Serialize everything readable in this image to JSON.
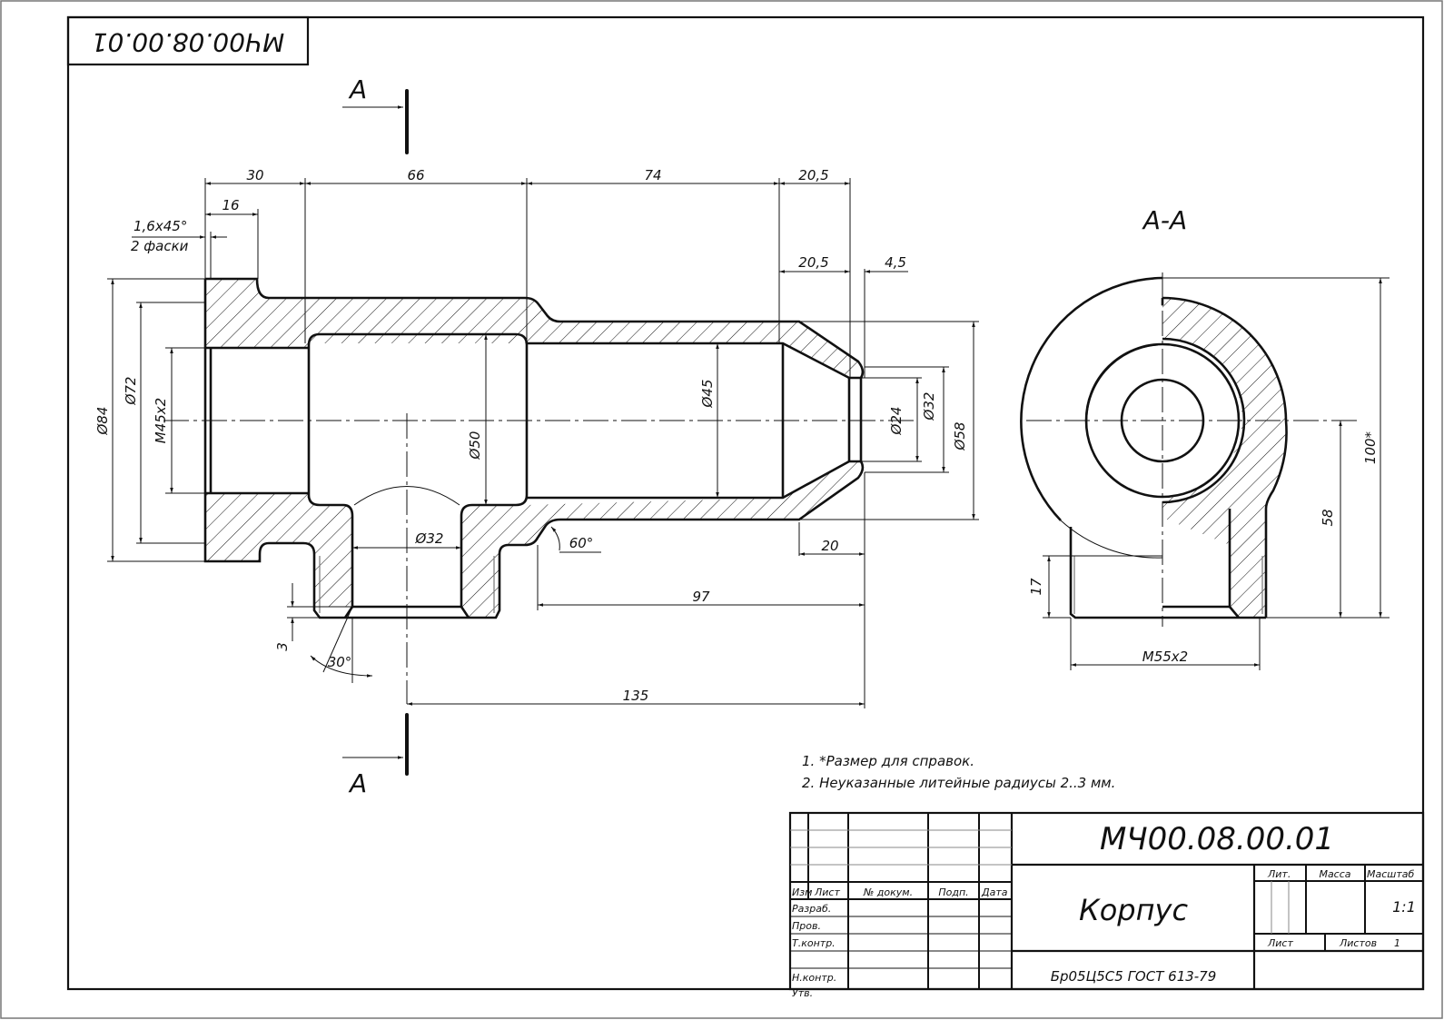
{
  "drawing": {
    "stamp_rotated": "МЧ00.08.00.01",
    "section_mark": "A",
    "section_view_title": "A-A",
    "colors": {
      "line": "#111111",
      "paper": "#ffffff",
      "frame_outer": "#777777"
    }
  },
  "dimensions": {
    "main_view": {
      "len_30": "30",
      "len_66": "66",
      "len_74": "74",
      "len_20_5_top": "20,5",
      "len_20_5_mid": "20,5",
      "len_4_5": "4,5",
      "len_16": "16",
      "chamfer_label": "1,6x45°",
      "chamfer_note": "2 фаски",
      "dia_84": "Ø84",
      "dia_72": "Ø72",
      "thread_m45": "M45x2",
      "dia_50": "Ø50",
      "dia_45": "Ø45",
      "dia_24": "Ø24",
      "dia_32_right": "Ø32",
      "dia_58": "Ø58",
      "dia_32_branch": "Ø32",
      "angle_60": "60°",
      "len_20": "20",
      "len_97": "97",
      "len_135": "135",
      "len_3": "3",
      "angle_30": "30°"
    },
    "section_view": {
      "h_100": "100*",
      "h_58": "58",
      "h_17": "17",
      "thread_m55": "M55x2"
    }
  },
  "notes": [
    "1. *Размер для справок.",
    "2. Неуказанные литейные радиусы 2..3 мм."
  ],
  "title_block": {
    "designation": "МЧ00.08.00.01",
    "part_name": "Корпус",
    "material": "Бр05Ц5С5 ГОСТ 613-79",
    "headers": {
      "izm": "Изм",
      "list": "Лист",
      "doc_no": "№ докум.",
      "sign": "Подп.",
      "date": "Дата"
    },
    "roles": [
      "Разраб.",
      "Пров.",
      "Т.контр.",
      "",
      "Н.контр.",
      "Утв."
    ],
    "lit_label": "Лит.",
    "mass_label": "Масса",
    "scale_label": "Масштаб",
    "scale_value": "1:1",
    "sheet_label": "Лист",
    "sheets_label": "Листов",
    "sheets_value": "1"
  }
}
